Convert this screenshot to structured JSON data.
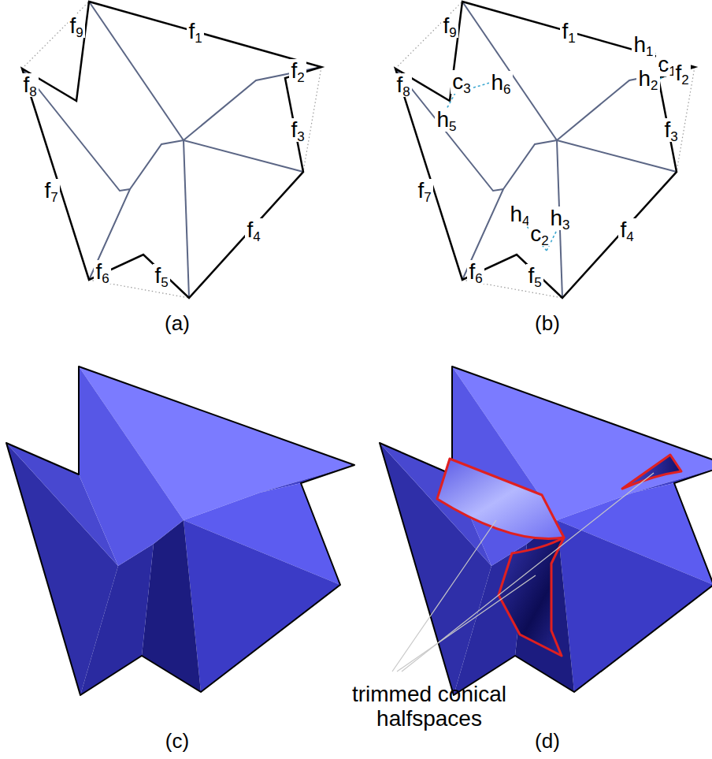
{
  "diagram": {
    "labels": [
      "f1",
      "f9",
      "f8",
      "f2",
      "f3",
      "f7",
      "f4",
      "f6",
      "f5",
      "(a)",
      "f1",
      "f9",
      "f8",
      "h6",
      "c3",
      "h5",
      "h1",
      "c1",
      "h2",
      "f2",
      "f3",
      "f7",
      "h4",
      "c2",
      "h3",
      "f4",
      "f6",
      "f5",
      "(b)",
      "(c)",
      "trimmed conical halfspaces",
      "(d)"
    ]
  }
}
